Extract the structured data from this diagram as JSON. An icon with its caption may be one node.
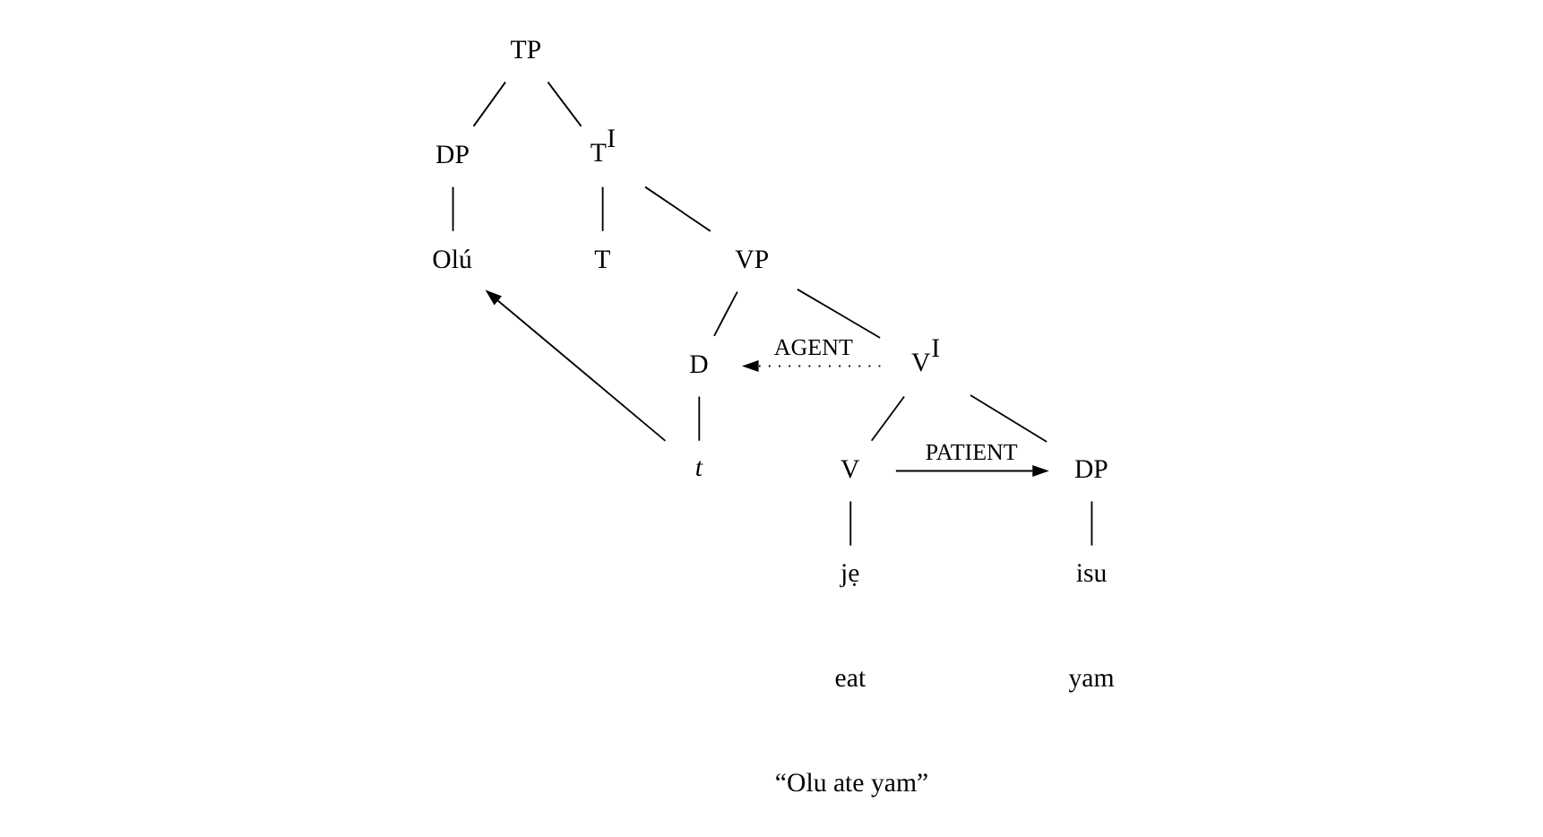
{
  "diagram": {
    "nodes": [
      {
        "text": [
          "TP"
        ]
      },
      {
        "text": [
          "DP"
        ]
      },
      {
        "text": [
          "T$^{I}$"
        ]
      },
      {
        "text": [
          "Olú"
        ]
      },
      {
        "text": [
          "T"
        ]
      },
      {
        "text": [
          "VP"
        ]
      },
      {
        "text": [
          "D"
        ]
      },
      {
        "text": [
          "V$^{I}$"
        ]
      },
      {
        "text": [
          "t"
        ]
      },
      {
        "text": [
          "V"
        ]
      },
      {
        "text": [
          "DP"
        ]
      },
      {
        "text": [
          "jẹ"
        ]
      },
      {
        "text": [
          "isu"
        ]
      }
    ],
    "edges": [
      {
        "from": 0,
        "to": 1,
        "arrow": "none"
      },
      {
        "from": 0,
        "to": 2,
        "arrow": "none"
      },
      {
        "from": 1,
        "to": 3,
        "arrow": "none"
      },
      {
        "from": 2,
        "to": 4,
        "arrow": "none"
      },
      {
        "from": 2,
        "to": 5,
        "arrow": "none"
      },
      {
        "from": 5,
        "to": 6,
        "arrow": "none"
      },
      {
        "from": 5,
        "to": 7,
        "arrow": "none"
      },
      {
        "from": 6,
        "to": 8,
        "arrow": "none"
      },
      {
        "from": 7,
        "to": 9,
        "arrow": "none"
      },
      {
        "from": 7,
        "to": 10,
        "arrow": "none"
      },
      {
        "from": 9,
        "to": 11,
        "arrow": "none"
      },
      {
        "from": 10,
        "to": 12,
        "arrow": "none"
      },
      {
        "from": 7,
        "to": 6,
        "arrow": "to",
        "label": "AGENT",
        "style": "dashed"
      },
      {
        "from": 9,
        "to": 10,
        "arrow": "to",
        "label": "PATIENT"
      },
      {
        "from": 8,
        "to": 3,
        "arrow": "to"
      }
    ],
    "labels": [
      "eat",
      "yam",
      "“Olu ate yam”"
    ]
  }
}
